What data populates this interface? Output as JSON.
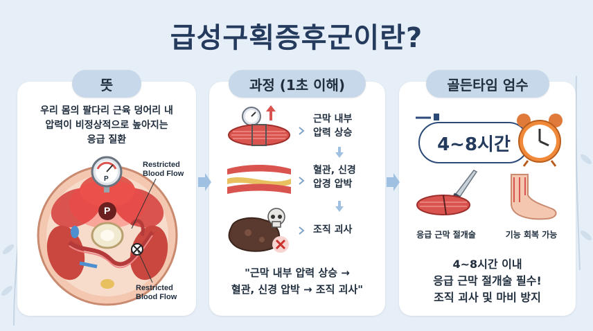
{
  "title": "급성구획증후군이란?",
  "panels": {
    "meaning": {
      "heading": "뜻",
      "definition": [
        "우리 몸의 팔다리 근육 덩어리 내",
        "압력이 비정상적으로 높아지는",
        "응급 질환"
      ],
      "label_top": [
        "Restricted",
        "Blood Flow"
      ],
      "label_bottom": [
        "Restricted",
        "Blood Flow"
      ],
      "gauge_letter": "P",
      "pressure_letter": "P"
    },
    "process": {
      "heading": "과정 (1초 이해)",
      "steps": [
        {
          "lines": [
            "근막 내부",
            "압력 상승"
          ]
        },
        {
          "lines": [
            "혈관, 신경",
            "압경 압박"
          ]
        },
        {
          "lines": [
            "조직 괴사"
          ]
        }
      ],
      "quote": [
        "\"근막 내부 압력 상승 →",
        "혈관, 신경 압박 → 조직 괴사\""
      ]
    },
    "golden_time": {
      "heading": "골든타임 엄수",
      "time_label": "4~8시간",
      "captions": [
        "응급 근막 절개술",
        "기능 회복 가능"
      ],
      "summary": [
        "4~8시간 이내",
        "응급 근막 절개술 필수!",
        "조직 괴사 및 마비 방지"
      ]
    }
  },
  "colors": {
    "background": "#e6eef7",
    "title": "#243b5e",
    "pill": "#c7d8ea",
    "panel": "#ffffff",
    "muscle": "#d9534f",
    "arrow": "#9fc0e0"
  },
  "icons": [
    "pressure-gauge-icon",
    "up-arrow-icon",
    "chevron-right-icon",
    "down-arrow-icon",
    "skull-icon",
    "x-mark-icon",
    "stopwatch-icon",
    "alarm-clock-icon",
    "scalpel-icon",
    "foot-icon"
  ]
}
